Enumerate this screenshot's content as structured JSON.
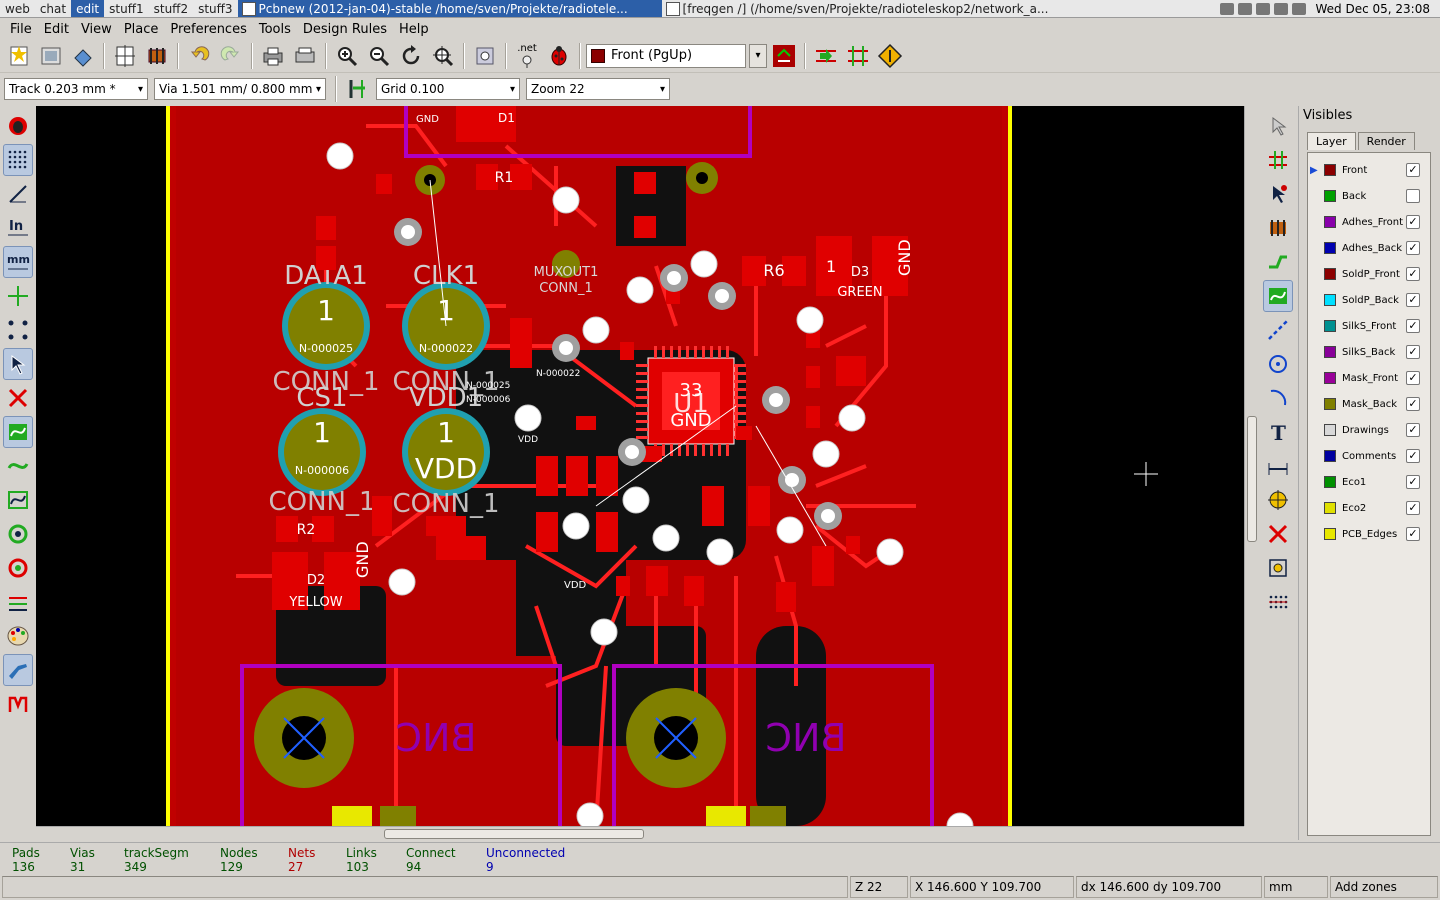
{
  "taskbar": {
    "tags": [
      {
        "label": "web",
        "active": false
      },
      {
        "label": "chat",
        "active": false
      },
      {
        "label": "edit",
        "active": true
      },
      {
        "label": "stuff1",
        "active": false
      },
      {
        "label": "stuff2",
        "active": false
      },
      {
        "label": "stuff3",
        "active": false
      }
    ],
    "windows": [
      {
        "title": "Pcbnew (2012-jan-04)-stable /home/sven/Projekte/radiotele...",
        "focused": true
      },
      {
        "title": "[freqgen /] (/home/sven/Projekte/radioteleskop2/network_a...",
        "focused": false
      }
    ],
    "clock": "Wed Dec 05, 23:08"
  },
  "menu": [
    "File",
    "Edit",
    "View",
    "Place",
    "Preferences",
    "Tools",
    "Design Rules",
    "Help"
  ],
  "toolbar1": {
    "net_label": ".net",
    "layer_select": {
      "value": "Front (PgUp)",
      "color": "#8b0000"
    }
  },
  "toolbar2": {
    "track": "Track 0.203 mm *",
    "via": "Via 1.501 mm/ 0.800 mm",
    "grid": "Grid 0.100",
    "zoom": "Zoom 22"
  },
  "visibles": {
    "title": "Visibles",
    "tabs": [
      "Layer",
      "Render"
    ],
    "layers": [
      {
        "name": "Front",
        "color": "#8b0000",
        "checked": true,
        "selected": true
      },
      {
        "name": "Back",
        "color": "#00a000",
        "checked": false,
        "selected": false
      },
      {
        "name": "Adhes_Front",
        "color": "#8800aa",
        "checked": true,
        "selected": false
      },
      {
        "name": "Adhes_Back",
        "color": "#0000b0",
        "checked": true,
        "selected": false
      },
      {
        "name": "SoldP_Front",
        "color": "#8b0000",
        "checked": true,
        "selected": false
      },
      {
        "name": "SoldP_Back",
        "color": "#00e0ff",
        "checked": true,
        "selected": false
      },
      {
        "name": "SilkS_Front",
        "color": "#009090",
        "checked": true,
        "selected": false
      },
      {
        "name": "SilkS_Back",
        "color": "#880099",
        "checked": true,
        "selected": false
      },
      {
        "name": "Mask_Front",
        "color": "#990099",
        "checked": true,
        "selected": false
      },
      {
        "name": "Mask_Back",
        "color": "#808000",
        "checked": true,
        "selected": false
      },
      {
        "name": "Drawings",
        "color": "#d8d8d8",
        "checked": true,
        "selected": false
      },
      {
        "name": "Comments",
        "color": "#0000a0",
        "checked": true,
        "selected": false
      },
      {
        "name": "Eco1",
        "color": "#009000",
        "checked": true,
        "selected": false
      },
      {
        "name": "Eco2",
        "color": "#e0e000",
        "checked": true,
        "selected": false
      },
      {
        "name": "PCB_Edges",
        "color": "#e8e800",
        "checked": true,
        "selected": false
      }
    ]
  },
  "stats": [
    {
      "label": "Pads",
      "value": "136",
      "color": "#005000"
    },
    {
      "label": "Vias",
      "value": "31",
      "color": "#005000"
    },
    {
      "label": "trackSegm",
      "value": "349",
      "color": "#005000"
    },
    {
      "label": "Nodes",
      "value": "129",
      "color": "#005000"
    },
    {
      "label": "Nets",
      "value": "27",
      "color": "#b00000"
    },
    {
      "label": "Links",
      "value": "103",
      "color": "#005000"
    },
    {
      "label": "Connect",
      "value": "94",
      "color": "#005000"
    },
    {
      "label": "Unconnected",
      "value": "9",
      "color": "#0000b0"
    }
  ],
  "statusbar": {
    "zoom": "Z 22",
    "xy": "X 146.600  Y 109.700",
    "dxdy": "dx 146.600  dy 109.700",
    "units": "mm",
    "mode": "Add zones"
  },
  "board": {
    "footprints": [
      {
        "ref": "DATA1",
        "pad": "1",
        "net": "N-000025",
        "value": "CONN_1"
      },
      {
        "ref": "CLK1",
        "pad": "1",
        "net": "N-000022",
        "value": "CONN_1"
      },
      {
        "ref": "CS1",
        "pad": "1",
        "net": "N-000006",
        "value": "CONN_1"
      },
      {
        "ref": "VDD1",
        "pad": "1",
        "net": "VDD",
        "value": "CONN_1"
      }
    ],
    "labels": {
      "mux": "MUXOUT1",
      "mux_conn": "CONN_1",
      "u1": "U1",
      "u1_pad": "33",
      "u1_gnd": "GND",
      "d3": "D3",
      "d3_val": "GREEN",
      "d2": "D2",
      "d2_val": "YELLOW",
      "r6": "R6",
      "r1": "R1",
      "r2": "R2",
      "d1": "D1",
      "bnc": "BNC",
      "gnd": "GND",
      "vdd": "VDD",
      "net_n22": "N-000022",
      "net_n25": "N-000025",
      "net_n06": "N-000006"
    }
  }
}
